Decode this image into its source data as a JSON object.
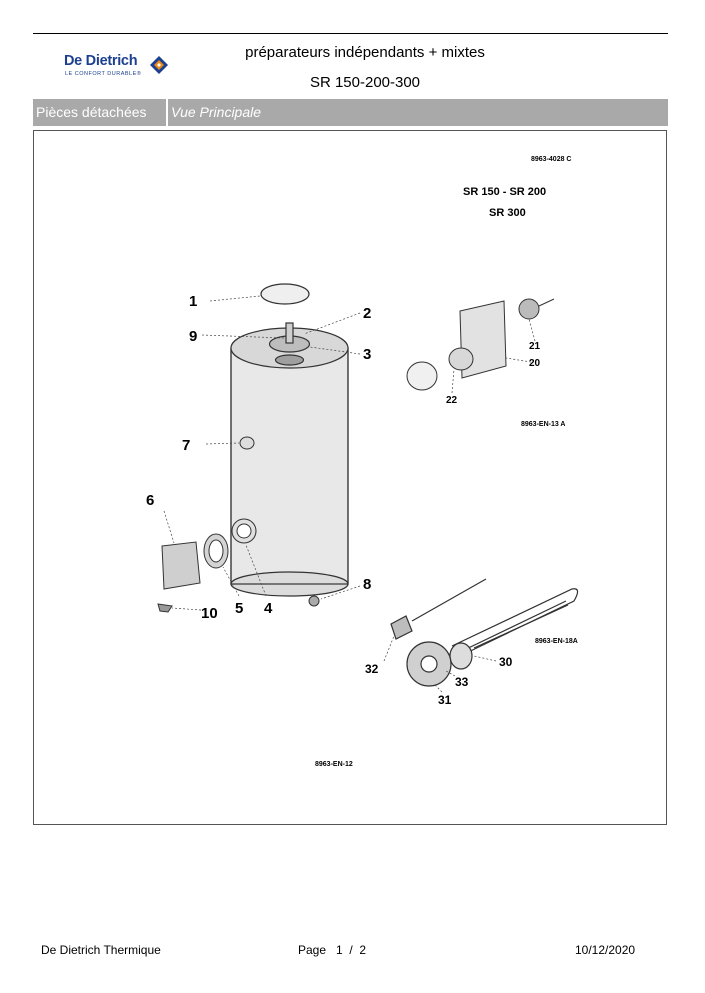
{
  "header": {
    "brand_name": "De Dietrich",
    "brand_tagline": "LE CONFORT DURABLE®",
    "title": "préparateurs indépendants + mixtes",
    "model": "SR 150-200-300"
  },
  "tabs": [
    {
      "label": "Pièces détachées"
    },
    {
      "label": "Vue Principale"
    }
  ],
  "diagram": {
    "ref_top": "8963-4028 C",
    "model_line1": "SR 150 - SR 200",
    "model_line2": "SR 300",
    "ref_thermostat": "8963-EN-13 A",
    "ref_heater": "8963-EN-18A",
    "ref_main": "8963-EN-12",
    "callouts": [
      "1",
      "2",
      "3",
      "4",
      "5",
      "6",
      "7",
      "8",
      "9",
      "10",
      "20",
      "21",
      "22",
      "30",
      "31",
      "32",
      "33"
    ]
  },
  "footer": {
    "company": "De Dietrich Thermique",
    "page": "Page   1  /  2",
    "date": "10/12/2020"
  },
  "colors": {
    "brand_blue": "#1d3f8f",
    "brand_orange": "#e88a1a",
    "tab_gray": "#a9a9a9"
  }
}
